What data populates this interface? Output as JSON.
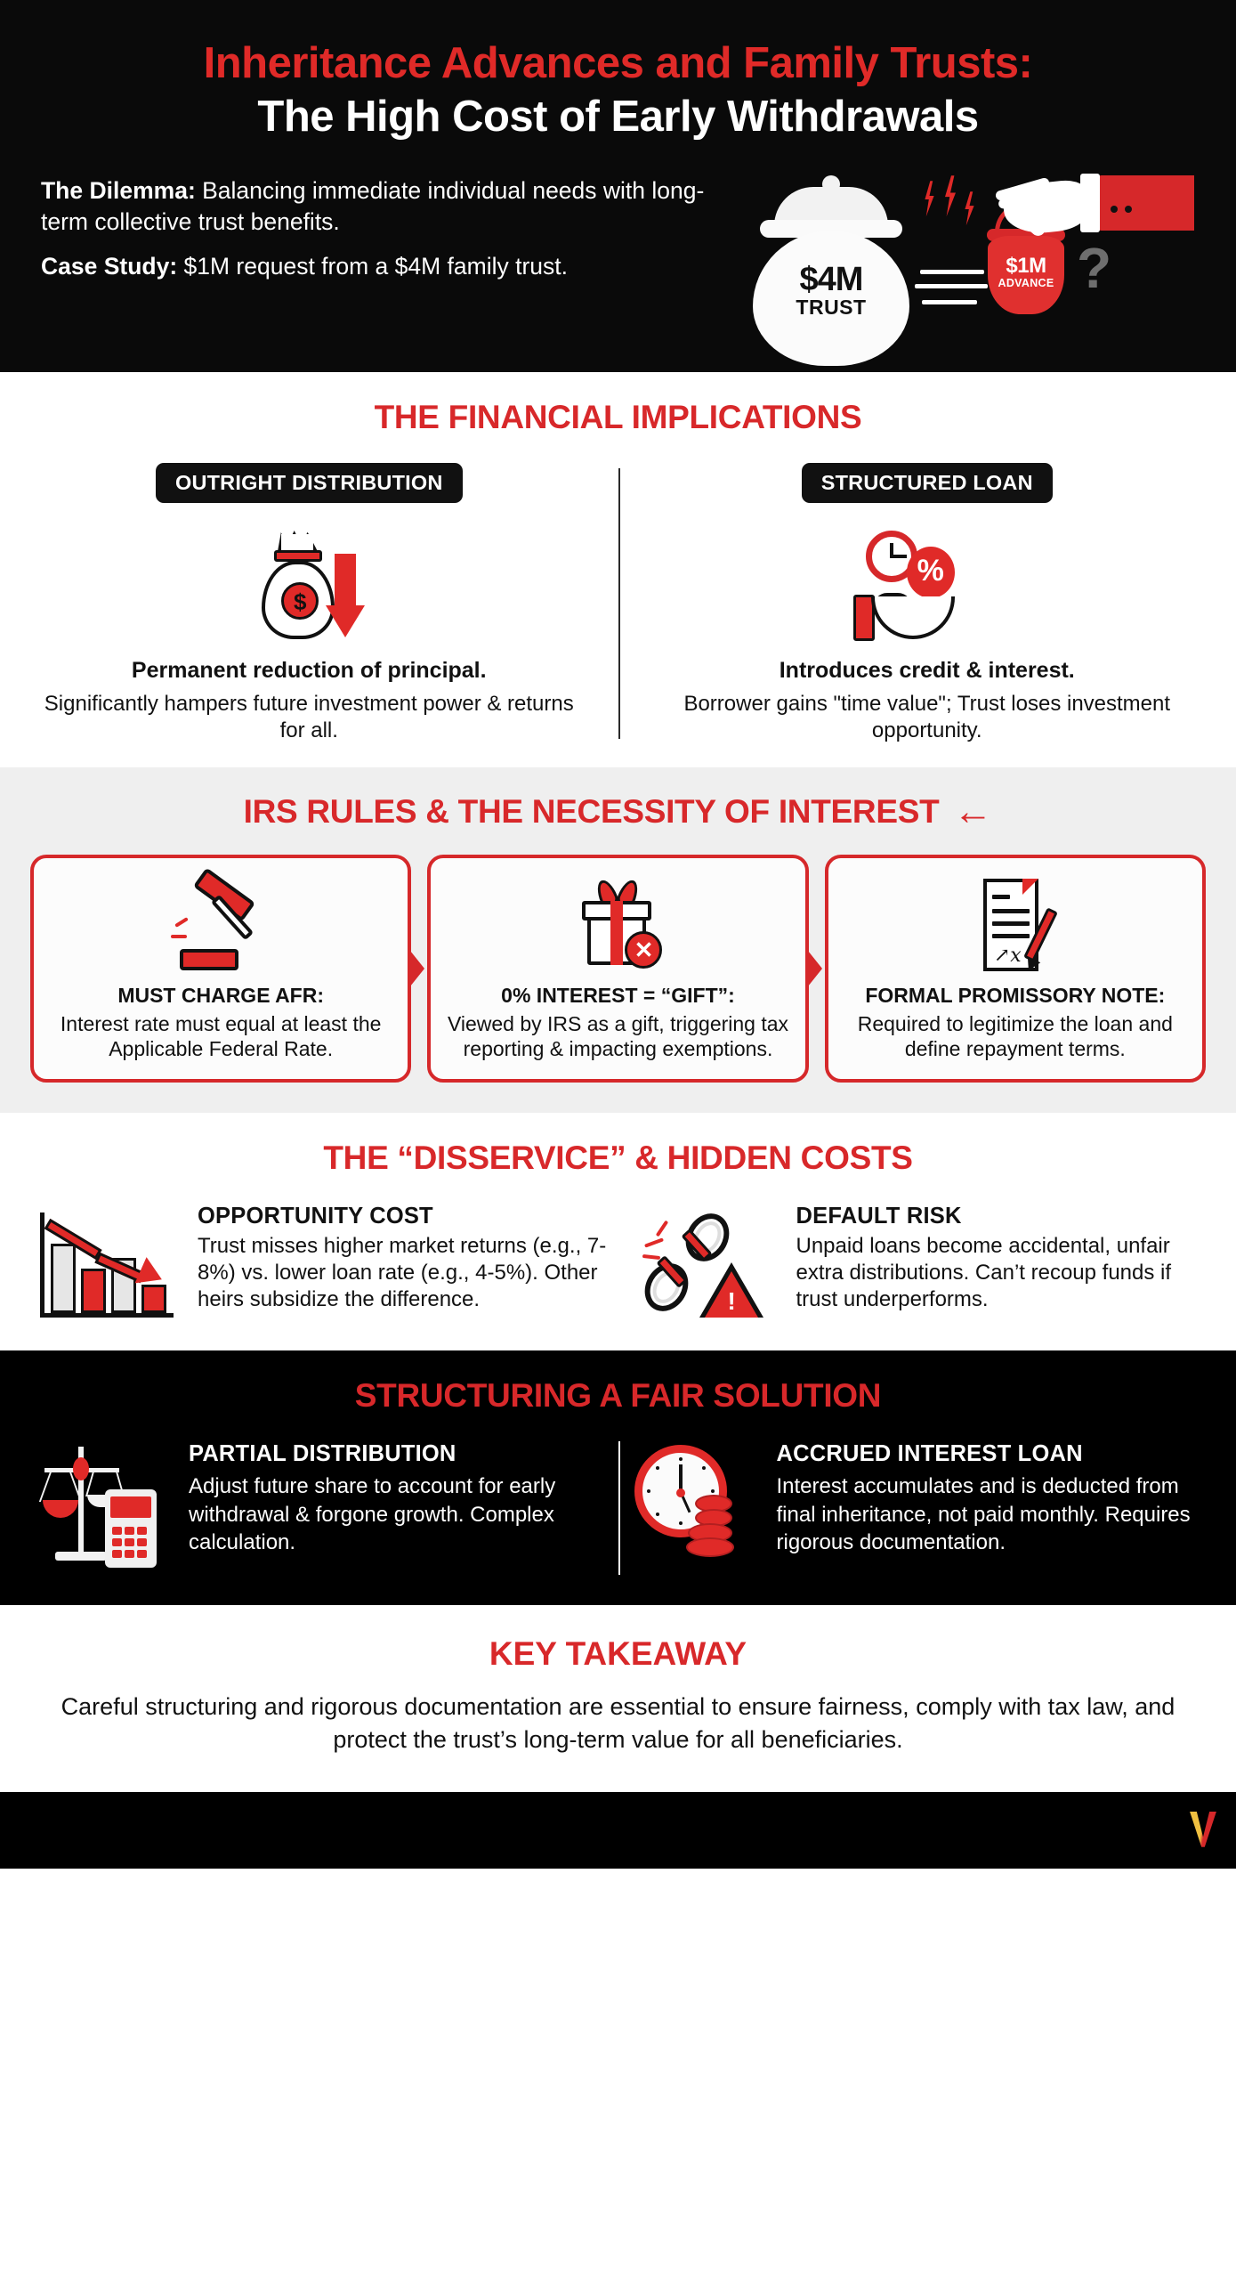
{
  "header": {
    "title_line1": "Inheritance Advances and Family Trusts:",
    "title_line2": "The High Cost of Early Withdrawals",
    "dilemma_label": "The Dilemma:",
    "dilemma_text": " Balancing immediate individual needs with long-term collective trust benefits.",
    "case_label": "Case Study:",
    "case_text": " $1M request from a $4M family trust.",
    "art": {
      "jar_amount": "$4M",
      "jar_word": "TRUST",
      "bag_amount": "$1M",
      "bag_word": "ADVANCE",
      "question_mark": "?"
    }
  },
  "financial": {
    "section_title": "THE FINANCIAL IMPLICATIONS",
    "left": {
      "pill": "OUTRIGHT DISTRIBUTION",
      "head": "Permanent reduction of principal.",
      "body": "Significantly hampers future investment power & returns for all.",
      "icon": "money-bag-down-arrow-icon",
      "coin_symbol": "$"
    },
    "right": {
      "pill": "STRUCTURED LOAN",
      "head": "Introduces credit & interest.",
      "body": "Borrower gains \"time value\"; Trust loses investment opportunity.",
      "icon": "clock-percent-hand-icon",
      "percent_symbol": "%"
    }
  },
  "irs": {
    "section_title": "IRS RULES & THE NECESSITY OF INTEREST",
    "arrow_glyph": "←",
    "cards": [
      {
        "icon": "gavel-icon",
        "head": "MUST CHARGE AFR:",
        "body": "Interest rate must equal at least the Applicable Federal Rate."
      },
      {
        "icon": "gift-rejected-icon",
        "head": "0% INTEREST = “GIFT”:",
        "body": "Viewed by IRS as a gift, triggering tax reporting & impacting exemptions.",
        "badge": "✕"
      },
      {
        "icon": "signed-document-icon",
        "head": "FORMAL PROMISSORY NOTE:",
        "body": "Required to legitimize the loan and define repayment terms."
      }
    ]
  },
  "disservice": {
    "section_title": "THE “DISSERVICE” & HIDDEN COSTS",
    "items": [
      {
        "icon": "declining-bar-chart-icon",
        "head": "OPPORTUNITY COST",
        "body": "Trust misses higher market returns (e.g., 7-8%) vs. lower loan rate (e.g., 4-5%). Other heirs subsidize the difference."
      },
      {
        "icon": "broken-chain-warning-icon",
        "head": "DEFAULT RISK",
        "body": "Unpaid loans become accidental, unfair extra distributions. Can’t recoup funds if trust underperforms.",
        "badge": "!"
      }
    ]
  },
  "solution": {
    "section_title": "STRUCTURING A FAIR SOLUTION",
    "items": [
      {
        "icon": "scales-calculator-icon",
        "head": "PARTIAL DISTRIBUTION",
        "body": "Adjust future share to account for early withdrawal & forgone growth. Complex calculation."
      },
      {
        "icon": "clock-coins-icon",
        "head": "ACCRUED INTEREST LOAN",
        "body": "Interest accumulates and is deducted from final inheritance, not paid monthly. Requires rigorous documentation."
      }
    ]
  },
  "takeaway": {
    "title": "KEY TAKEAWAY",
    "body": "Careful structuring and rigorous documentation are essential to ensure fairness, comply with tax law, and protect the trust’s long-term value for all beneficiaries."
  },
  "colors": {
    "red": "#d8282a",
    "black": "#000000",
    "grey_bg": "#efefef",
    "white": "#ffffff"
  }
}
